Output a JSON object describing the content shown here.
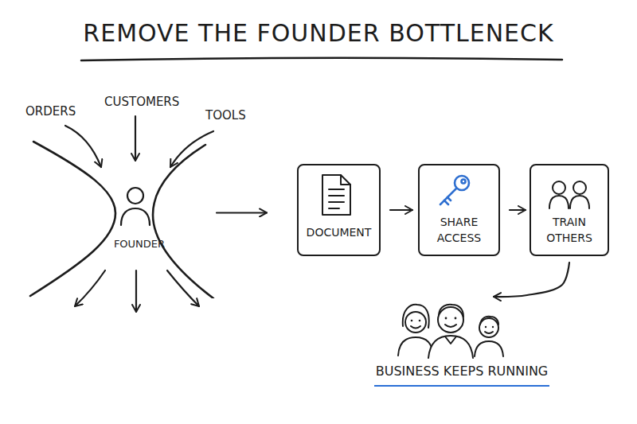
{
  "diagram": {
    "title": "REMOVE THE FOUNDER BOTTLENECK",
    "nodes": [
      {
        "text": [
          "FOUNDER"
        ]
      },
      {
        "text": [
          "DOCUMENT"
        ]
      },
      {
        "text": [
          "SHARE ACCESS"
        ]
      },
      {
        "text": [
          "TRAIN OTHERS"
        ]
      },
      {
        "text": [
          "BUSINESS KEEPS RUNNING"
        ]
      }
    ],
    "edges": [
      {
        "from": 0,
        "to": 1,
        "arrow": "to"
      },
      {
        "from": 1,
        "to": 2,
        "arrow": "to"
      },
      {
        "from": 2,
        "to": 3,
        "arrow": "to"
      },
      {
        "from": 3,
        "to": 4,
        "arrow": "to"
      }
    ],
    "labels": [
      "ORDERS",
      "CUSTOMERS",
      "TOOLS"
    ]
  }
}
